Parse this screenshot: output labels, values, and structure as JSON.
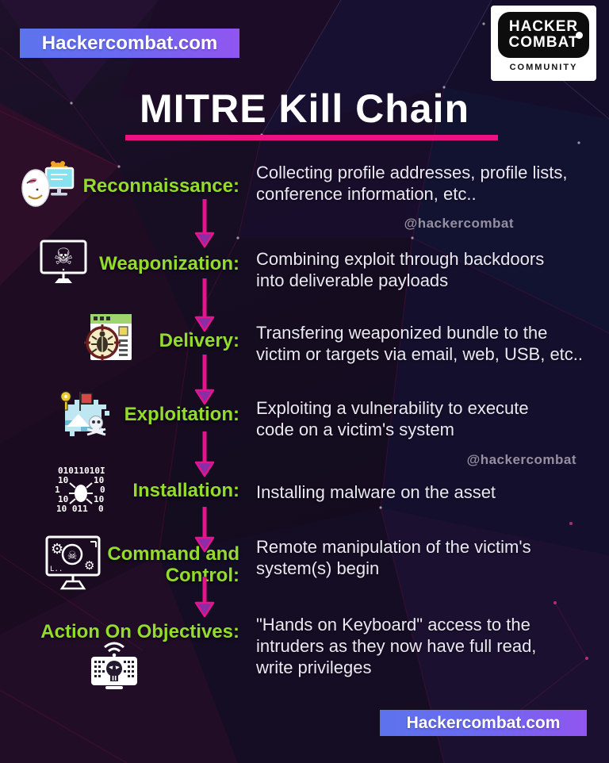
{
  "header": {
    "badge": "Hackercombat.com",
    "logo": {
      "line1": "HACKER",
      "line2": "COMBAT",
      "community": "COMMUNITY"
    },
    "title": "MITRE Kill Chain"
  },
  "watermark": "@hackercombat",
  "footer": {
    "badge": "Hackercombat.com"
  },
  "stages": [
    {
      "name": "reconnaissance",
      "icon": "mask-gear-monitor-icon",
      "label": "Reconnaissance:",
      "description": "Collecting profile addresses, profile lists,\nconference information, etc.."
    },
    {
      "name": "weaponization",
      "icon": "skull-monitor-icon",
      "label": "Weaponization:",
      "description": "Combining exploit through backdoors\ninto deliverable payloads"
    },
    {
      "name": "delivery",
      "icon": "bug-target-browser-icon",
      "label": "Delivery:",
      "description": "Transfering weaponized bundle to the\nvictim or targets via email, web, USB, etc.."
    },
    {
      "name": "exploitation",
      "icon": "exploit-flag-key-skull-icon",
      "label": "Exploitation:",
      "description": "Exploiting a vulnerability to execute\ncode on a victim's system"
    },
    {
      "name": "installation",
      "icon": "binary-bug-icon",
      "label": "Installation:",
      "description": "Installing malware on the asset"
    },
    {
      "name": "command-and-control",
      "icon": "monitor-gears-skull-icon",
      "label": "Command and\nControl:",
      "description": "Remote manipulation of the victim's\nsystem(s) begin"
    },
    {
      "name": "action-on-objectives",
      "icon": "skull-monitor-wifi-icon",
      "label": "Action On Objectives:",
      "description": "\"Hands on Keyboard\" access to the\nintruders as they now have full read,\nwrite privileges"
    }
  ],
  "colors": {
    "accent_green": "#93dc2b",
    "arrow_magenta": "#e5138c",
    "arrowhead_purple": "#8a2da6",
    "underline_pink": "#ec1185",
    "badge_gradient_start": "#5d73ee",
    "badge_gradient_end": "#9155f0",
    "description_text": "#eae8f1",
    "watermark_gray": "#95909f",
    "background_base": "#150c20"
  }
}
